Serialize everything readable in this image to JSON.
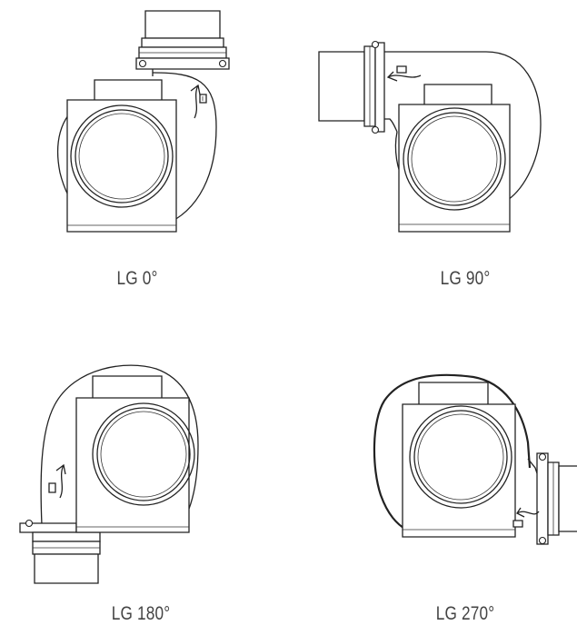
{
  "diagram": {
    "orientations": [
      {
        "id": "lg0",
        "label": "LG 0°"
      },
      {
        "id": "lg90",
        "label": "LG 90°"
      },
      {
        "id": "lg180",
        "label": "LG 180°"
      },
      {
        "id": "lg270",
        "label": "LG 270°"
      }
    ]
  }
}
